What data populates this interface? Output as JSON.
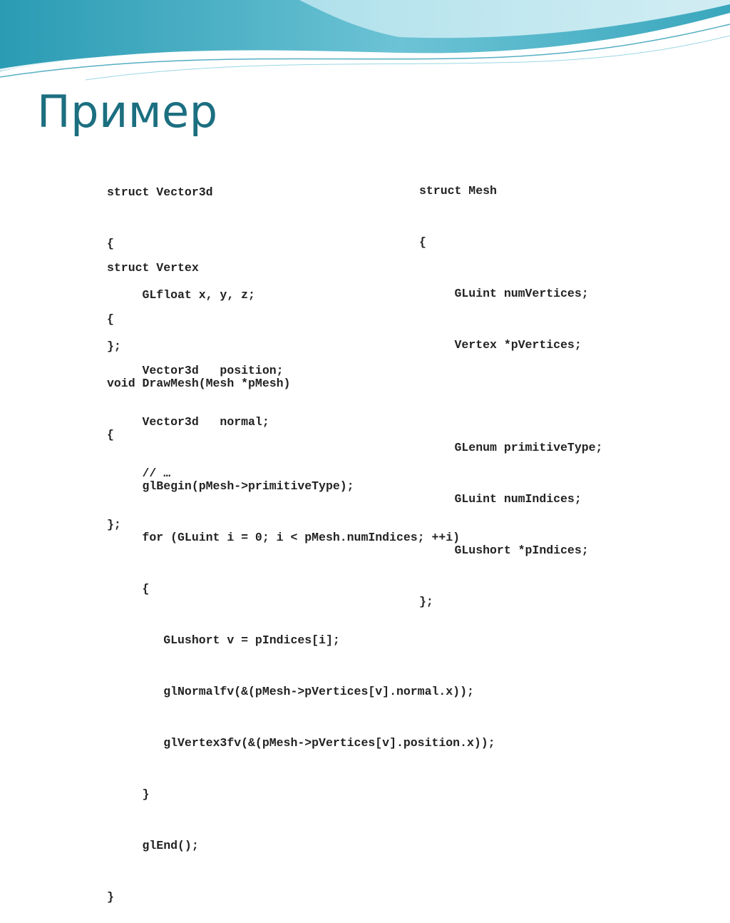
{
  "slide": {
    "title": "Пример",
    "accent_color": "#1b6f80",
    "banner_colors": [
      "#2a9bb3",
      "#6cc3d5",
      "#b7e4ee"
    ]
  },
  "code": {
    "vector3d": [
      "struct Vector3d",
      "{",
      "     GLfloat x, y, z;",
      "};"
    ],
    "vertex": [
      "struct Vertex",
      "{",
      "     Vector3d   position;",
      "     Vector3d   normal;",
      "     // …",
      "};"
    ],
    "mesh": [
      "struct Mesh",
      "{",
      "     GLuint numVertices;",
      "     Vertex *pVertices;",
      "",
      "     GLenum primitiveType;",
      "     GLuint numIndices;",
      "     GLushort *pIndices;",
      "};"
    ],
    "draw_mesh": [
      "void DrawMesh(Mesh *pMesh)",
      "{",
      "     glBegin(pMesh->primitiveType);",
      "     for (GLuint i = 0; i < pMesh.numIndices; ++i)",
      "     {",
      "        GLushort v = pIndices[i];",
      "        glNormalfv(&(pMesh->pVertices[v].normal.x));",
      "        glVertex3fv(&(pMesh->pVertices[v].position.x));",
      "     }",
      "     glEnd();",
      "}"
    ]
  }
}
